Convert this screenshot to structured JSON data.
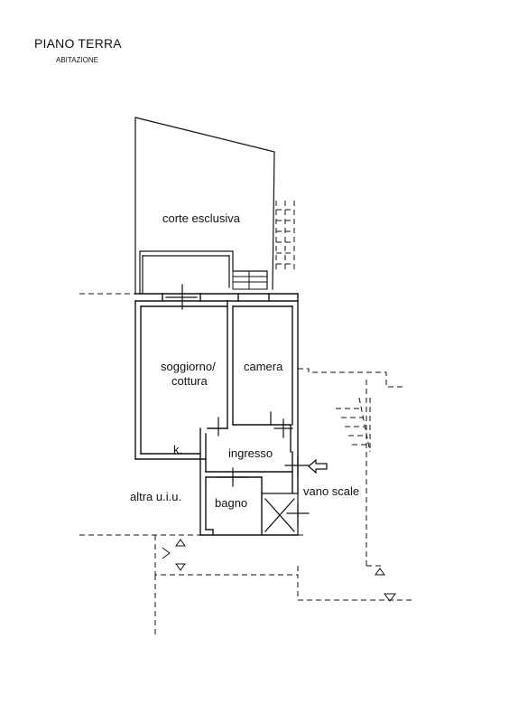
{
  "header": {
    "title": "PIANO TERRA",
    "subtitle": "ABITAZIONE"
  },
  "rooms": {
    "corte": "corte esclusiva",
    "soggiorno_line1": "soggiorno/",
    "soggiorno_line2": "cottura",
    "camera": "camera",
    "kitchen_mark": "k.",
    "ingresso": "ingresso",
    "bagno": "bagno",
    "altra": "altra u.i.u.",
    "vano_scale": "vano scale"
  },
  "colors": {
    "line": "#111111",
    "background": "#ffffff"
  }
}
